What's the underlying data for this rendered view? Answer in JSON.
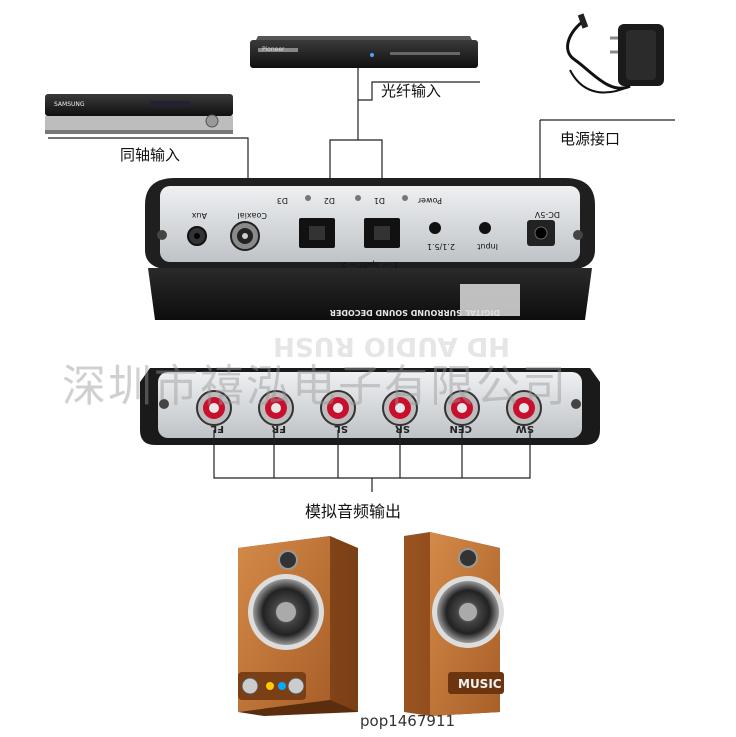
{
  "labels": {
    "optical_input": "光纤输入",
    "coaxial_input": "同轴输入",
    "power_port": "电源接口",
    "analog_output": "模拟音频输出"
  },
  "watermark": "深圳市禧泓电子有限公司",
  "footer_id": "pop1467911",
  "devices": {
    "top_player_brand": "Pioneer",
    "left_player_brand": "SAMSUNG"
  },
  "decoder": {
    "top_panel": {
      "port_labels": [
        "Aux",
        "Coaxial",
        "D3",
        "D2",
        "D1",
        "Power",
        "2.1/5.1",
        "Input",
        "DC-5V"
      ],
      "spdif_label": "1 — Spdif — 2"
    },
    "front_title": "HD AUDIO RUSH",
    "front_subtitle": "DIGITAL SURROUND SOUND DECODER",
    "front_channels": [
      "FL",
      "FR",
      "SL",
      "SR",
      "CEN",
      "SW"
    ]
  },
  "speaker_badge": "MUSIC",
  "colors": {
    "line": "#222222",
    "decoder_body": "#1b1b1b",
    "decoder_panel": "#d9dcdf",
    "rca_red": "#c8102e",
    "speaker_wood": "#c77a3a",
    "speaker_dark": "#8a4a1c"
  }
}
